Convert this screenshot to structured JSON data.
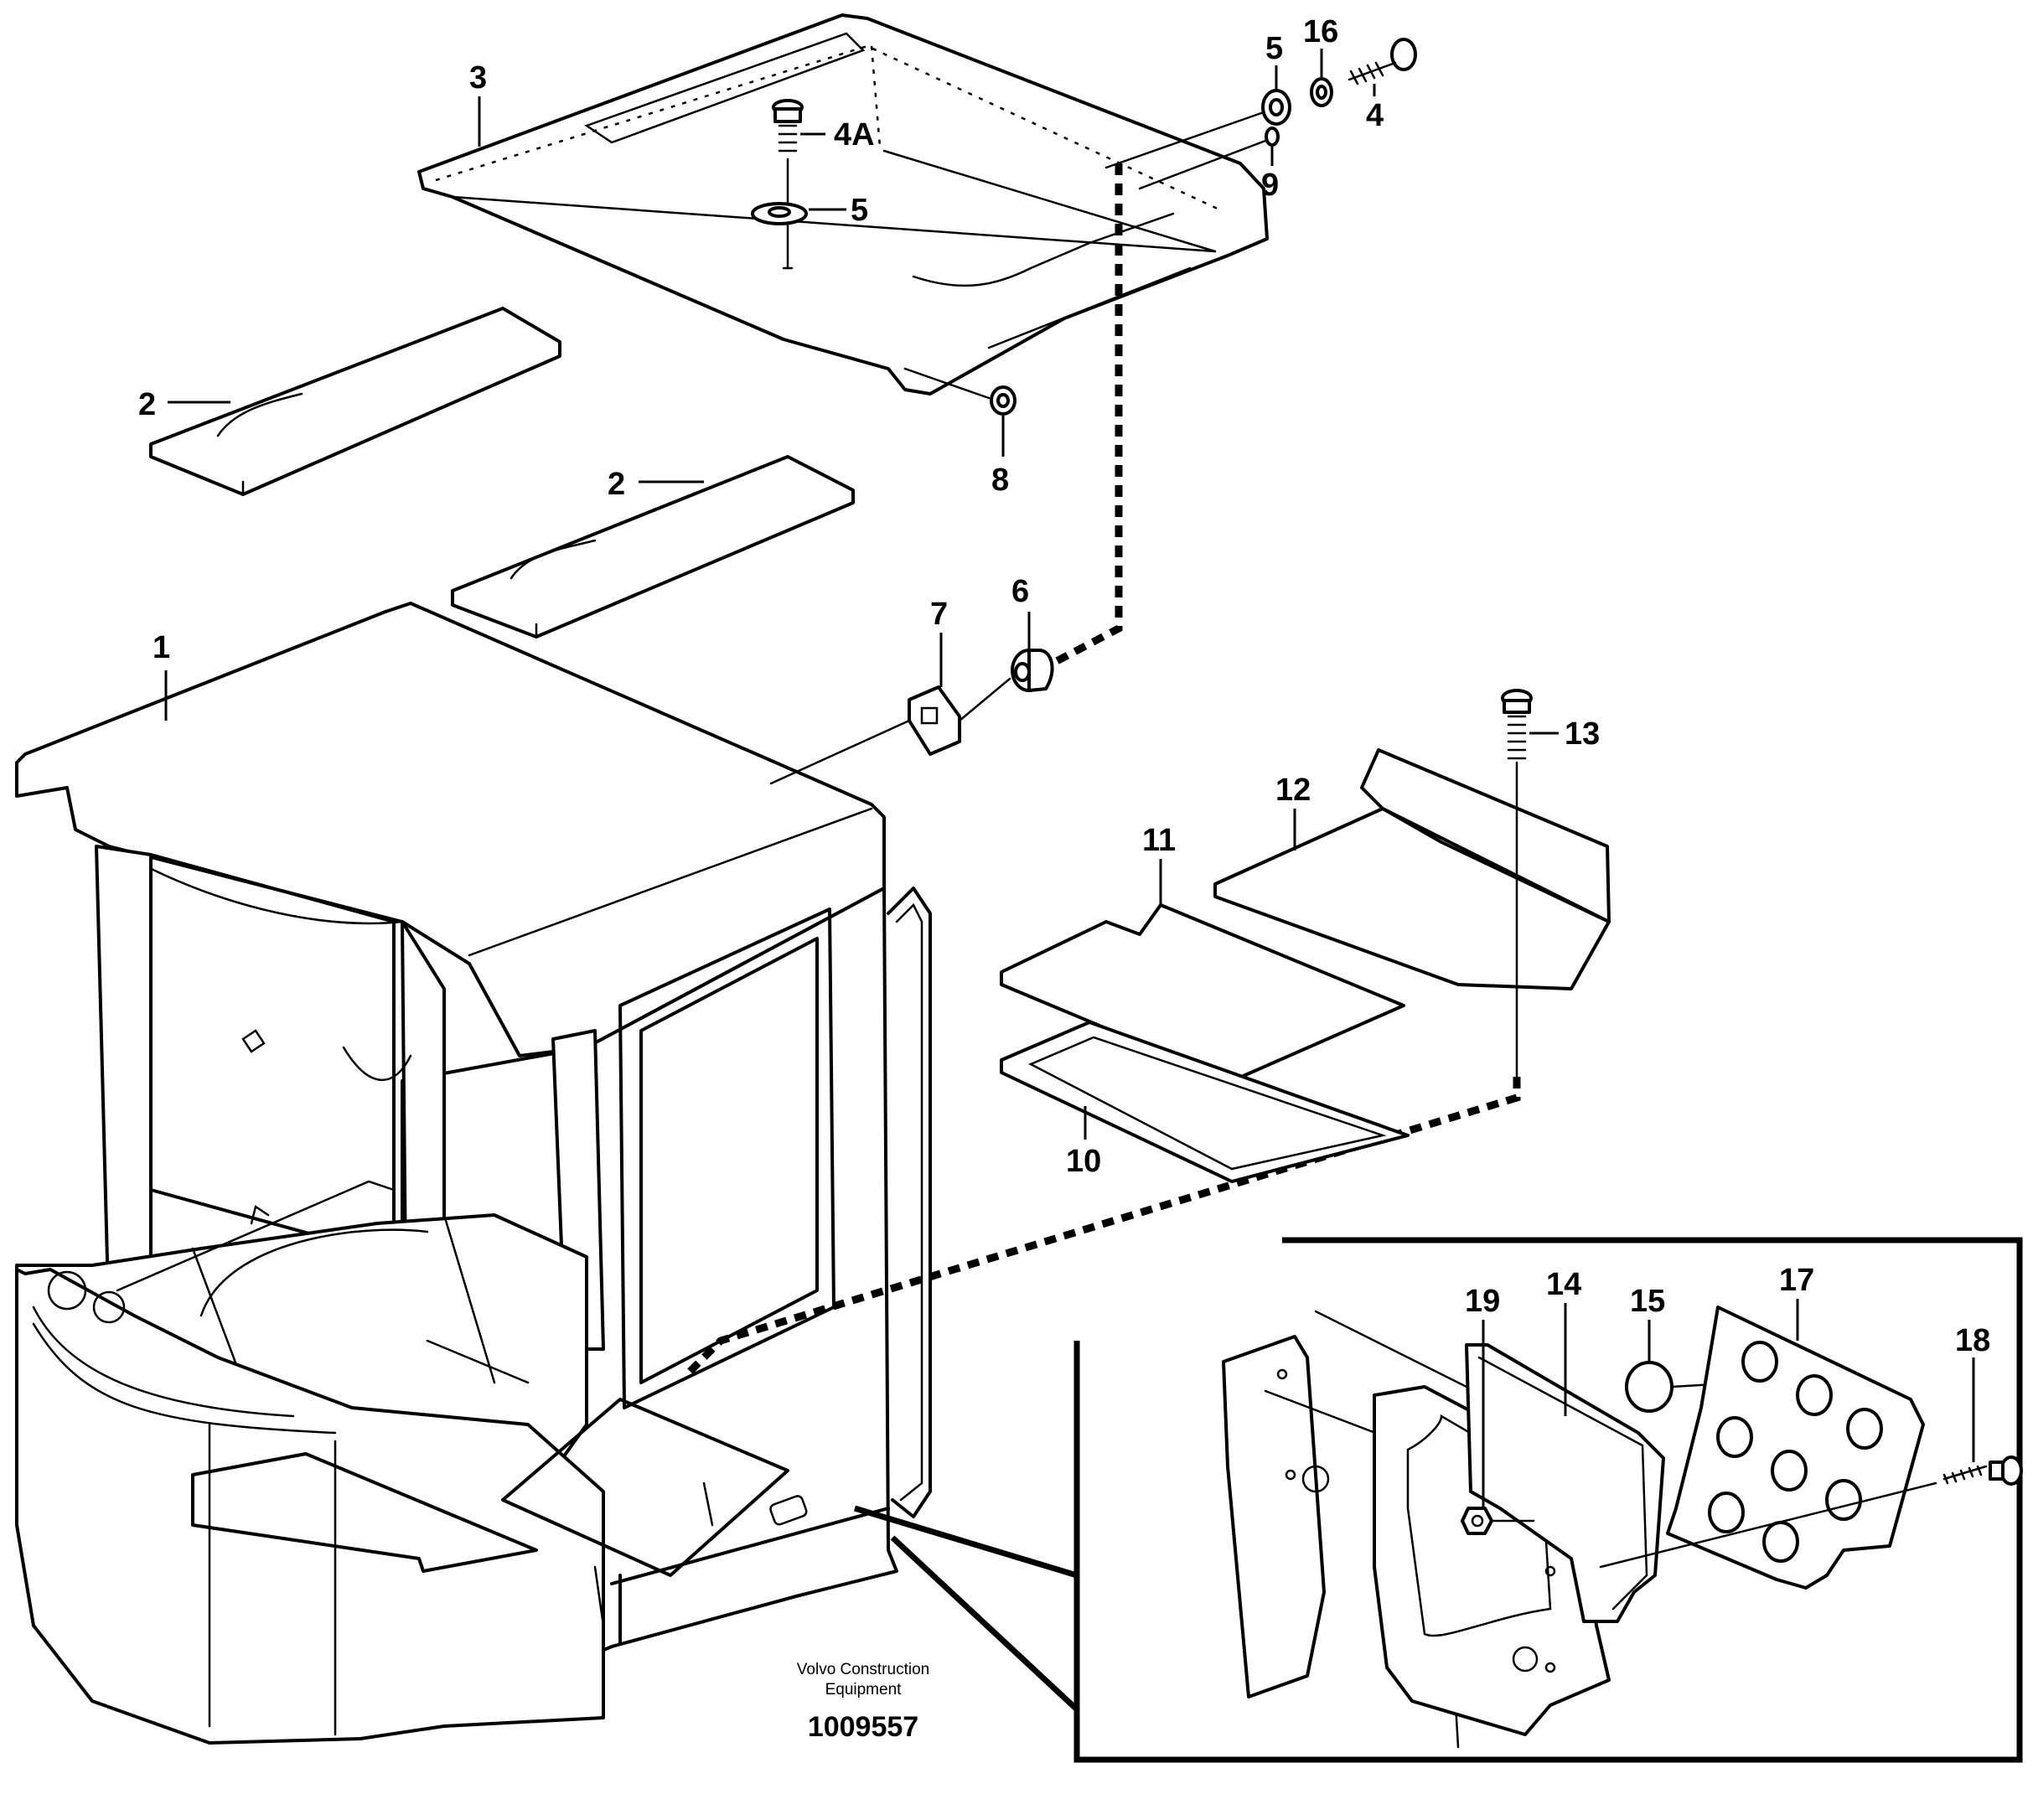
{
  "labels": {
    "l1": "1",
    "l2a": "2",
    "l2b": "2",
    "l3": "3",
    "l4": "4",
    "l4a": "4A",
    "l5a": "5",
    "l5b": "5",
    "l6": "6",
    "l7": "7",
    "l8": "8",
    "l9": "9",
    "l10": "10",
    "l11": "11",
    "l12": "12",
    "l13": "13",
    "l14": "14",
    "l15": "15",
    "l16": "16",
    "l17": "17",
    "l18": "18",
    "l19": "19"
  },
  "footer": {
    "brand_line1": "Volvo Construction",
    "brand_line2": "Equipment",
    "doc_number": "1009557"
  }
}
